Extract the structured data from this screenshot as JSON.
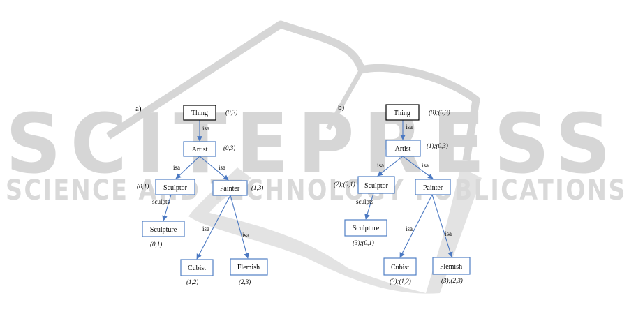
{
  "watermark": {
    "title": "SCITEPRESS",
    "subtitle": "SCIENCE AND TECHNOLOGY PUBLICATIONS"
  },
  "colors": {
    "edge": "#4a78c2",
    "node_border": "#4f7fc4",
    "root_border": "#000000",
    "watermark": "#d6d6d6"
  },
  "diagrams": [
    {
      "panel_label": "a)",
      "nodes": {
        "thing": {
          "label": "Thing",
          "annotation": "(0,3)"
        },
        "artist": {
          "label": "Artist",
          "annotation": "(0,3)"
        },
        "sculptor": {
          "label": "Sculptor",
          "annotation": "(0,1)"
        },
        "painter": {
          "label": "Painter",
          "annotation": "(1,3)"
        },
        "sculpture": {
          "label": "Sculpture",
          "annotation": "(0,1)"
        },
        "cubist": {
          "label": "Cubist",
          "annotation": "(1,2)"
        },
        "flemish": {
          "label": "Flemish",
          "annotation": "(2,3)"
        }
      },
      "edges": {
        "thing_artist": "isa",
        "artist_sculptor": "isa",
        "artist_painter": "isa",
        "sculptor_sculpture": "sculpts",
        "painter_cubist": "isa",
        "painter_flemish": "isa"
      }
    },
    {
      "panel_label": "b)",
      "nodes": {
        "thing": {
          "label": "Thing",
          "annotation": "(0);(0,3)"
        },
        "artist": {
          "label": "Artist",
          "annotation": "(1);(0,3)"
        },
        "sculptor": {
          "label": "Sculptor",
          "annotation": "(2);(0,1)"
        },
        "painter": {
          "label": "Painter",
          "annotation": ""
        },
        "sculpture": {
          "label": "Sculpture",
          "annotation": "(3);(0,1)"
        },
        "cubist": {
          "label": "Cubist",
          "annotation": "(3);(1,2)"
        },
        "flemish": {
          "label": "Flemish",
          "annotation": "(3);(2,3)"
        }
      },
      "edges": {
        "thing_artist": "isa",
        "artist_sculptor": "isa",
        "artist_painter": "isa",
        "sculptor_sculpture": "sculpts",
        "painter_cubist": "isa",
        "painter_flemish": "isa"
      }
    }
  ]
}
